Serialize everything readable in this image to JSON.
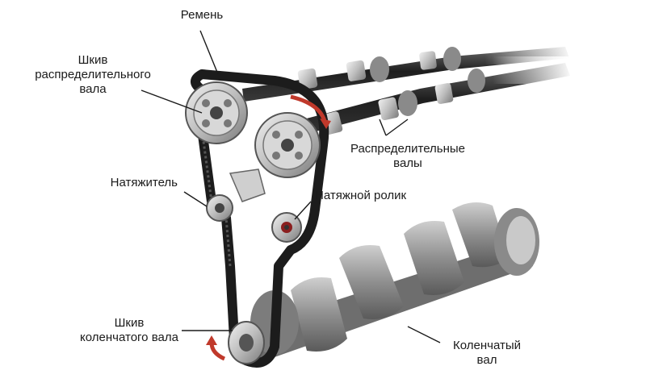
{
  "labels": {
    "belt": "Ремень",
    "cam_pulley": [
      "Шкив",
      "распределительного",
      "вала"
    ],
    "camshafts": [
      "Распределительные",
      "валы"
    ],
    "tensioner": "Натяжитель",
    "idler": "Натяжной ролик",
    "crank_pulley": [
      "Шкив",
      "коленчатого вала"
    ],
    "crankshaft": [
      "Коленчатый",
      "вал"
    ]
  },
  "colors": {
    "belt": "#1c1c1c",
    "metal_light": "#dcdcdc",
    "metal_mid": "#a9a9a9",
    "metal_dark": "#5f5f5f",
    "shaft_dark": "#2b2b2b",
    "arrow": "#c0392b",
    "leader": "#1a1a1a"
  }
}
